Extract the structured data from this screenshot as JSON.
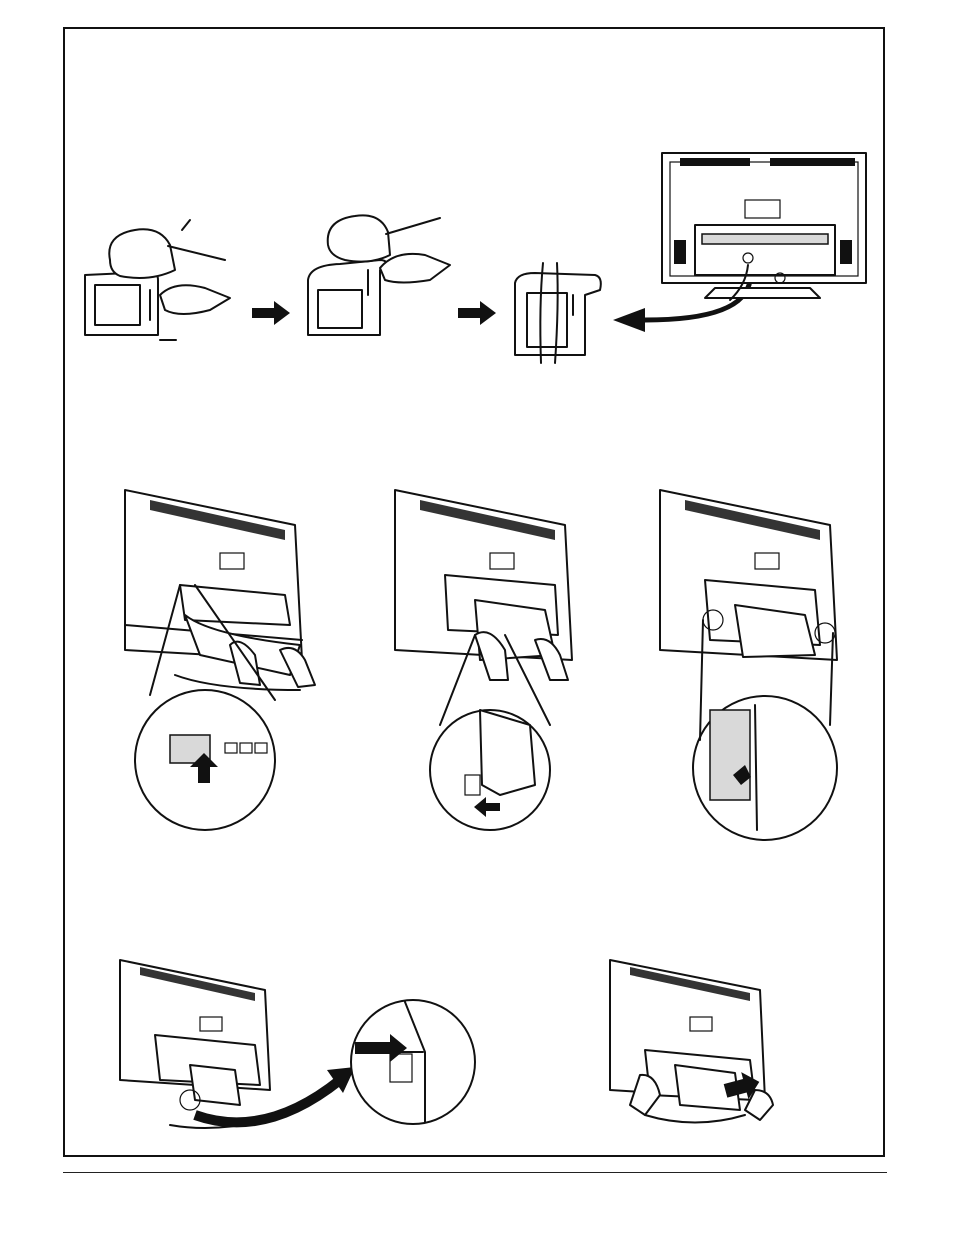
{
  "page": {
    "background": "#ffffff",
    "line_color": "#111111"
  },
  "figures": {
    "step1": [
      "clip-squeeze",
      "clip-open",
      "clip-with-cables",
      "tv-back-stand"
    ],
    "step2": [
      "cover-attach-left",
      "cover-attach-center",
      "cover-attach-right"
    ],
    "step3": [
      "cover-slide-in",
      "cover-pull-out"
    ]
  },
  "icons": {
    "arrow": "arrow-right-icon",
    "curved_arrow": "curved-arrow-icon",
    "magnifier": "zoom-circle-icon"
  }
}
